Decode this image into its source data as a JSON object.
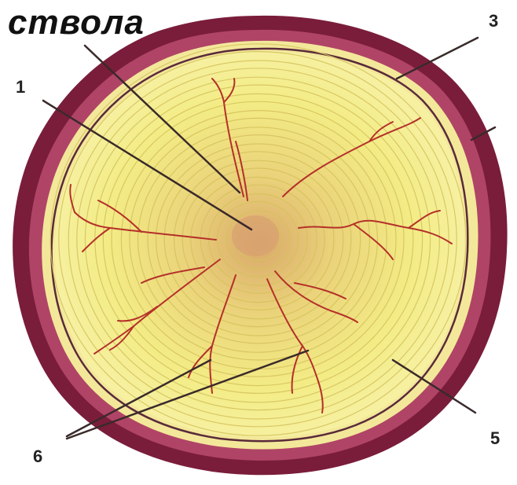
{
  "title": "ствола",
  "labels": {
    "l1": "1",
    "l3": "3",
    "l5": "5",
    "l6": "6"
  },
  "colors": {
    "bark_outer": "#7a1d3a",
    "bark_inner": "#b04466",
    "cambium": "#f3e89a",
    "wood": "#f2ec7e",
    "heart": "#e8b86a",
    "ray": "#b5302a",
    "ring": "#d8c86a",
    "leader": "#3a2a2a"
  }
}
